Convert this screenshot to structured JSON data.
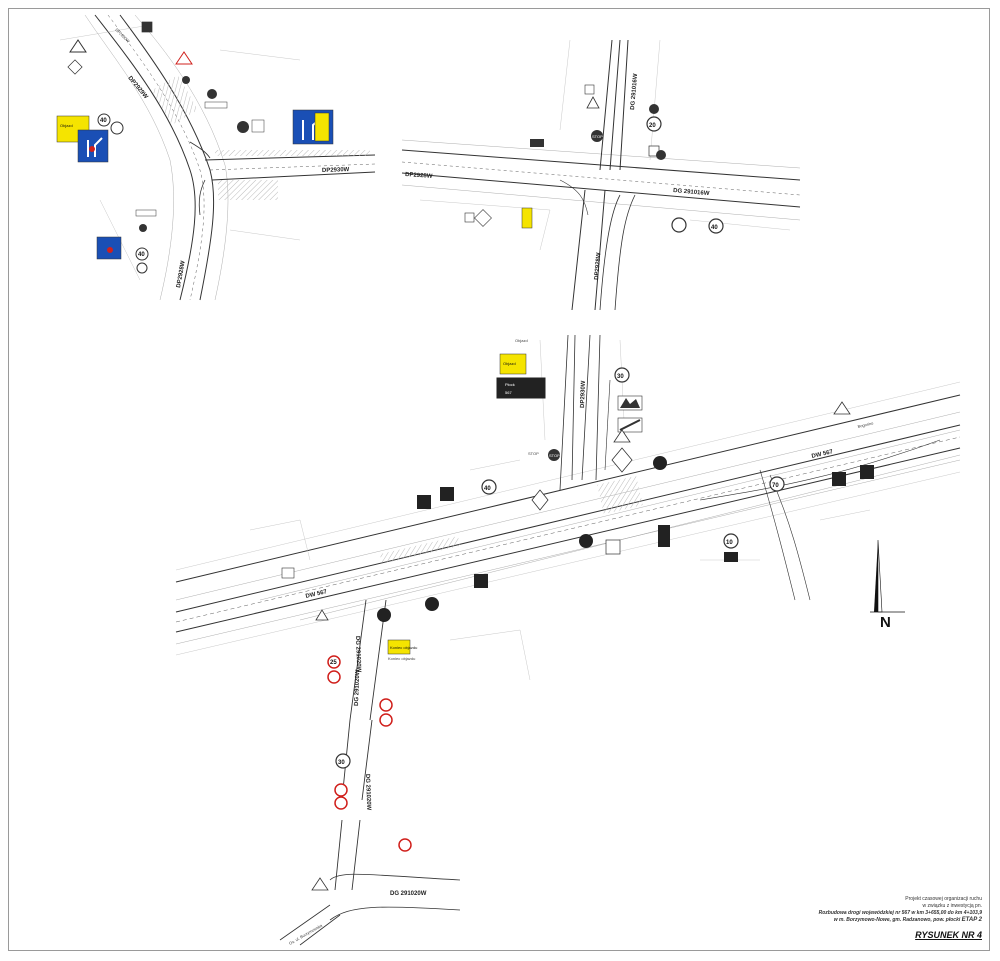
{
  "roads": {
    "dp2929w": "DP2929W",
    "dp2928w_a": "DP2928W",
    "dp2928w_b": "DP2928W",
    "dp2928w_c": "DP2928W",
    "dg291016w": "DG 291016W",
    "dg291016w_v": "DG 291016W",
    "dp2930w_a": "DP2930W",
    "dp2930w_b": "DP2930W",
    "dw567_w": "DW 567",
    "dw567_e": "DW 567",
    "dg291020w_a": "DG 291020W",
    "dg291020w_b": "DG 291020W",
    "dg291020w_c": "DG 291020W",
    "dg291020w_h": "DG 291020W",
    "dp2930w_top": "DP2930W",
    "bogorino": "Bogorino",
    "osiedle": "Os. ul. Borzymowska"
  },
  "signs": {
    "speed_20": "20",
    "speed_40_a": "40",
    "speed_40_b": "40",
    "speed_40_c": "40",
    "speed_30_a": "30",
    "speed_30_b": "30",
    "speed_40_d": "40",
    "speed_70": "70",
    "speed_10": "10",
    "speed_25": "25",
    "stop_a": "STOP",
    "stop_b": "STOP",
    "stop_c": "STOP",
    "yellow_1": "Koniec objazdu",
    "yellow_2": "Objazd",
    "yellow_3": "Objazd",
    "yellow_4": "Objazd",
    "yellow_5": "Koniec objazdu",
    "direction_1": "Płock",
    "direction_2": "567"
  },
  "labels": {
    "n": "N"
  },
  "titleblock": {
    "line1": "Projekt czasowej organizacji ruchu",
    "line2": "w związku z inwestycją pn.",
    "line3": "Rozbudowa drogi wojewódzkiej nr 567 w km 3+655,00 do km 4+103,9",
    "line4": "w m. Borzymowo-Nowe, gm. Radzanowo, pow. płocki",
    "etap": "ETAP 2",
    "drawing": "RYSUNEK NR 4"
  },
  "colors": {
    "line": "#333333",
    "light_line": "#9a9a9a",
    "yellow": "#f5e400",
    "blue": "#1a4fb5",
    "red": "#d0201c"
  }
}
